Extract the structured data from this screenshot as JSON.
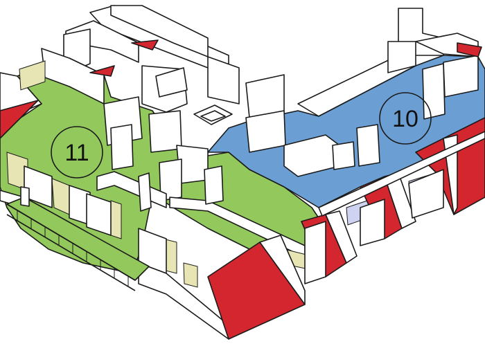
{
  "units": [
    {
      "id": "11",
      "label": "11",
      "color": "#93c95c"
    },
    {
      "id": "10",
      "label": "10",
      "color": "#6b9fd4"
    }
  ],
  "colors": {
    "unit_11": "#93c95c",
    "unit_10": "#6b9fd4",
    "roof": "#d4262e",
    "walls": "#ffffff",
    "tile": "#e8e5b4",
    "window": "#cfd3f2",
    "outline": "#1a1a1a"
  }
}
